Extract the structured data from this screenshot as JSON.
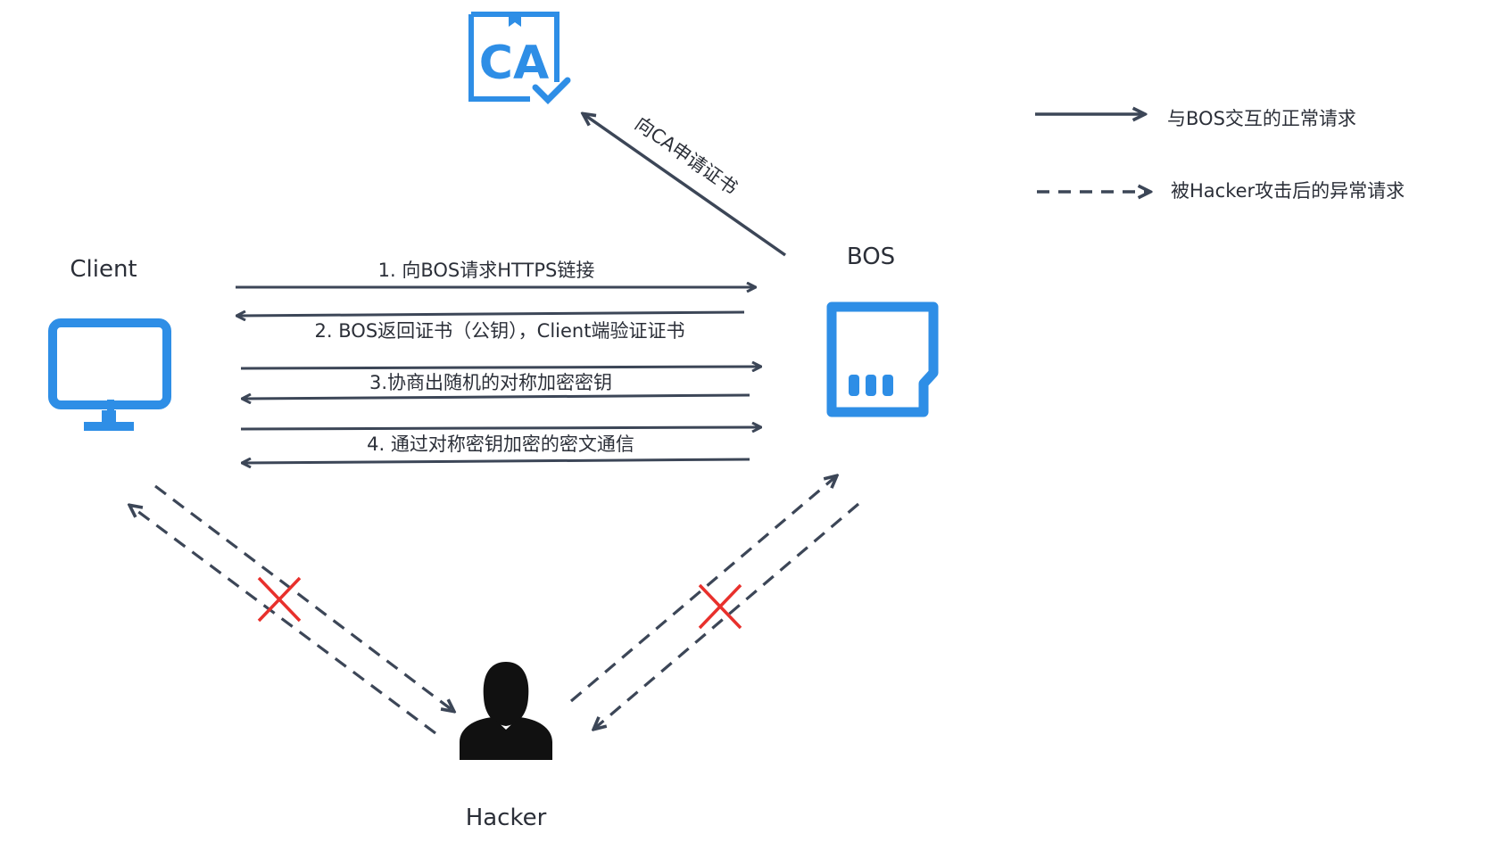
{
  "nodes": {
    "client": "Client",
    "bos": "BOS",
    "hacker": "Hacker",
    "ca": "CA"
  },
  "ca_request_label": "向CA申请证书",
  "steps": [
    "1. 向BOS请求HTTPS链接",
    "2. BOS返回证书（公钥），Client端验证证书",
    "3.协商出随机的对称加密密钥",
    "4. 通过对称密钥加密的密文通信"
  ],
  "legend": {
    "normal": "与BOS交互的正常请求",
    "abnormal": "被Hacker攻击后的异常请求"
  },
  "colors": {
    "accent_blue": "#2e8ee6",
    "arrow": "#3c4657",
    "blocked_x": "#e8302c",
    "hacker": "#111111"
  },
  "icons": {
    "client": "monitor-icon",
    "bos": "storage-card-icon",
    "hacker": "person-icon",
    "ca": "certificate-icon",
    "blocked": "cross-icon"
  }
}
